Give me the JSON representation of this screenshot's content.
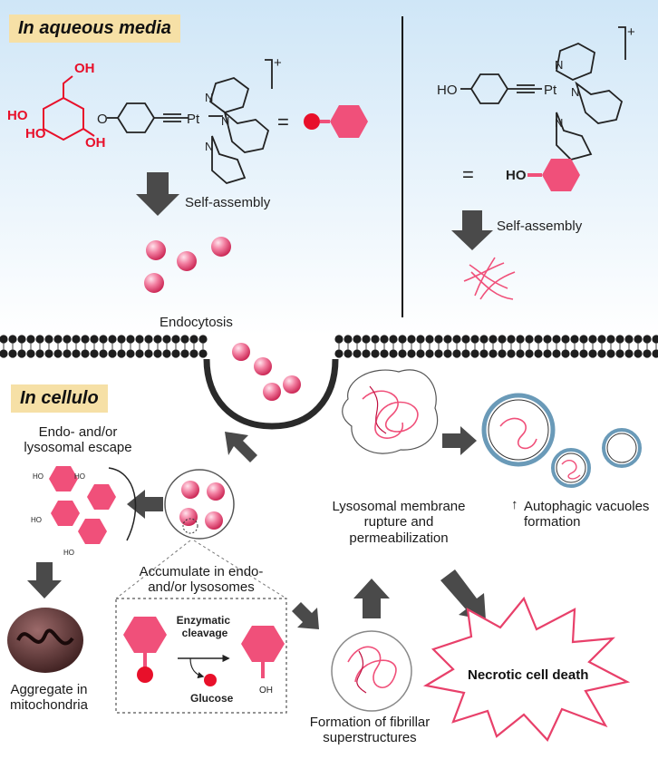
{
  "panels": {
    "top_tag": "In aqueous media",
    "bottom_tag": "In cellulo"
  },
  "left_complex": {
    "charge": "+",
    "equals": "=",
    "oh_labels": [
      "OH",
      "HO",
      "HO",
      "OH"
    ],
    "o_label": "O",
    "pt_label": "Pt",
    "n_label": "N"
  },
  "right_complex": {
    "charge": "+",
    "equals": "=",
    "ho_label": "HO",
    "ho_symbol_label": "HO",
    "pt_label": "Pt",
    "n_label": "N"
  },
  "labels": {
    "self_assembly_left": "Self-assembly",
    "self_assembly_right": "Self-assembly",
    "endocytosis": "Endocytosis",
    "escape": "Endo- and/or\nlysosomal escape",
    "accumulate": "Accumulate in endo-\nand/or lysosomes",
    "aggregate": "Aggregate in\nmitochondria",
    "enzymatic": "Enzymatic\ncleavage",
    "glucose": "Glucose",
    "oh_product": "OH",
    "fibrillar": "Formation of fibrillar\nsuperstructures",
    "lysosomal": "Lysosomal membrane\nrupture and\npermeabilization",
    "autophagic_arrow": "↑",
    "autophagic": "Autophagic vacuoles\nformation",
    "necrotic": "Necrotic cell death",
    "escape_oh": "HO"
  },
  "colors": {
    "pink": "#f0507a",
    "red": "#e8102a",
    "gray_arrow": "#4a4a4a",
    "tag_bg": "#f6e0a6",
    "sky_top": "#cfe6f7"
  }
}
